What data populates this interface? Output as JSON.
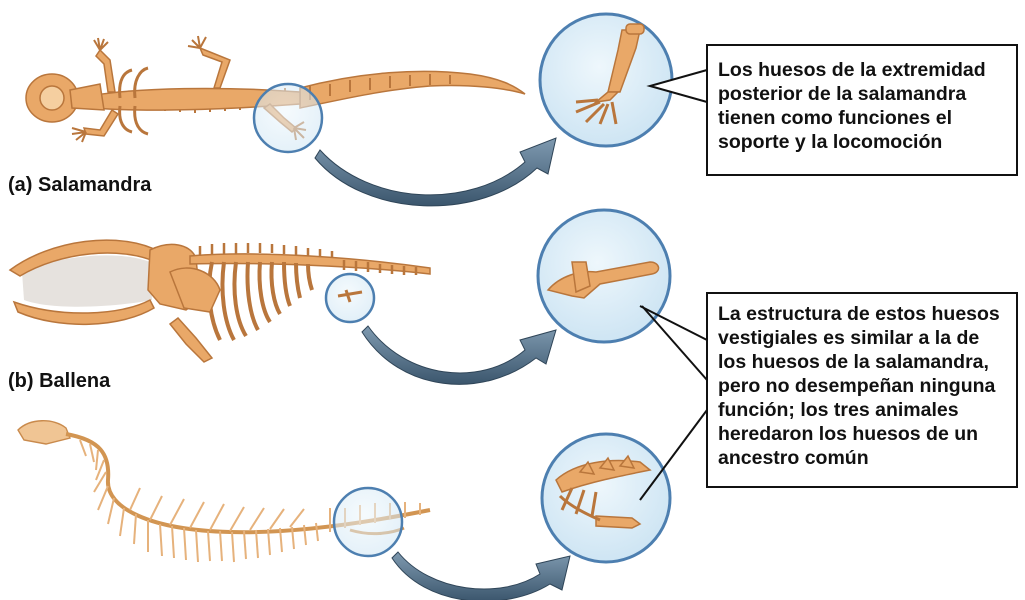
{
  "labels": {
    "salamander": "(a) Salamandra",
    "whale": "(b) Ballena"
  },
  "callouts": {
    "top": {
      "lines": [
        "Los huesos de la extremidad",
        "posterior de la salamandra",
        "tienen como funciones el",
        "soporte y la locomoción"
      ]
    },
    "bottom": {
      "lines": [
        "La estructura de estos huesos",
        "vestigiales es similar a la de",
        "los huesos de la salamandra,",
        "pero no desempeñan ninguna",
        "función; los tres animales",
        "heredaron los huesos de un",
        "ancestro común"
      ]
    }
  },
  "colors": {
    "bone": "#e9a868",
    "bone_dark": "#b9763c",
    "bone_light": "#f5cfa0",
    "lens_fill": "#d8ecf7",
    "lens_stroke": "#4d7fb0",
    "arrow": "#3f5c73"
  }
}
